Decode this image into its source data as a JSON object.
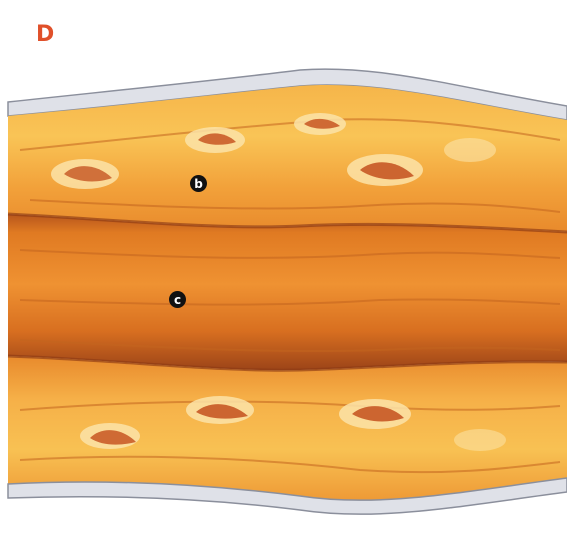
{
  "figure": {
    "panel_letter": "D",
    "labels": [
      {
        "id": "b",
        "text": "b"
      },
      {
        "id": "c",
        "text": "c"
      }
    ]
  },
  "colors": {
    "panel_letter": "#e0502a",
    "sheath": "#c9ccd6",
    "outer_fascicle": "#f4a43a",
    "inner_band": "#e0791f",
    "dark_edge": "#a94818"
  }
}
